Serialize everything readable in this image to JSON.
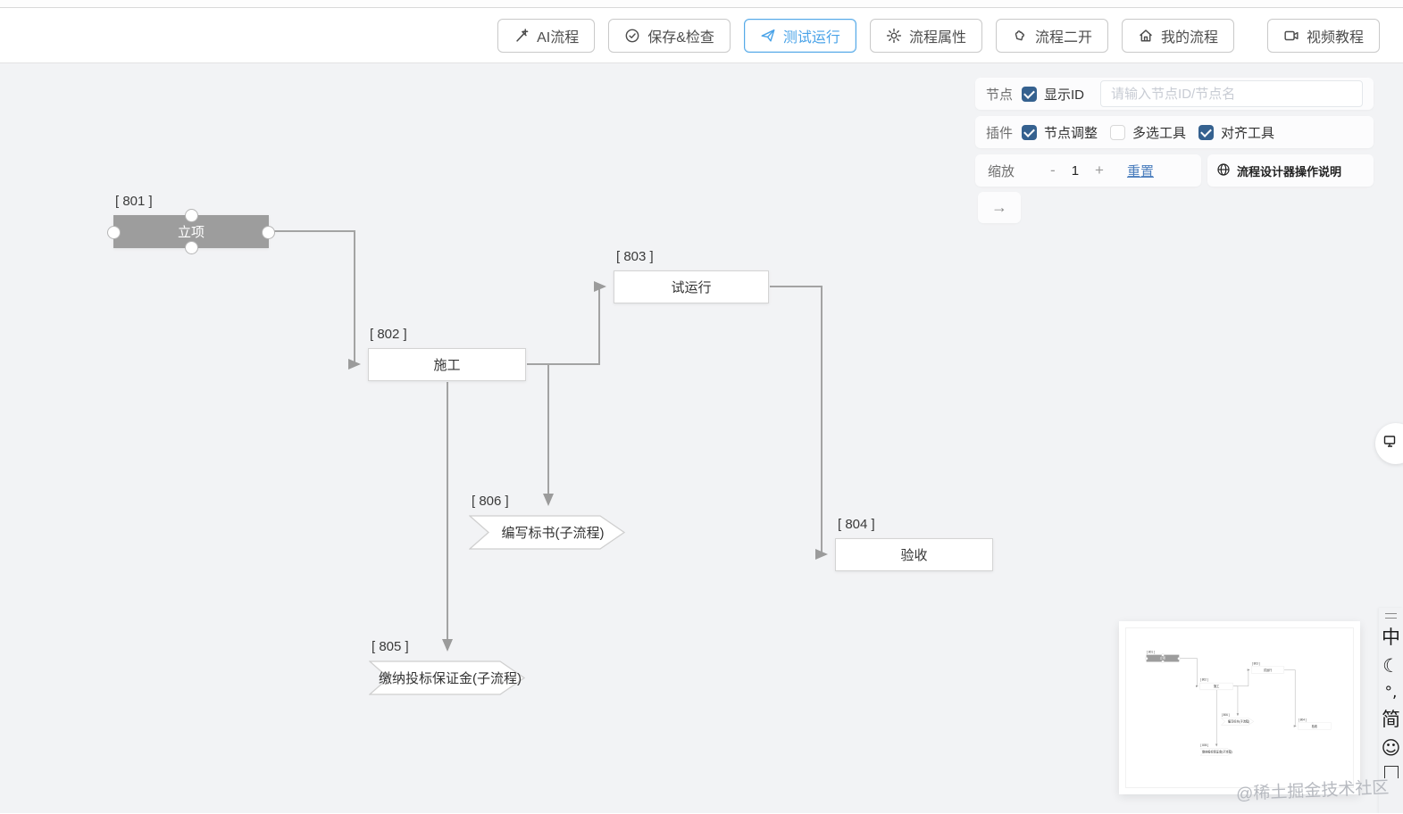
{
  "toolbar": {
    "buttons": [
      {
        "label": "AI流程",
        "icon": "wand-icon",
        "active": false
      },
      {
        "label": "保存&检查",
        "icon": "check-circle-icon",
        "active": false
      },
      {
        "label": "测试运行",
        "icon": "paper-plane-icon",
        "active": true
      },
      {
        "label": "流程属性",
        "icon": "gear-icon",
        "active": false
      },
      {
        "label": "流程二开",
        "icon": "puzzle-icon",
        "active": false
      },
      {
        "label": "我的流程",
        "icon": "home-icon",
        "active": false
      },
      {
        "label": "视频教程",
        "icon": "video-icon",
        "active": false
      }
    ]
  },
  "panel": {
    "node_row": {
      "label": "节点",
      "show_id_label": "显示ID",
      "show_id_checked": true,
      "search_placeholder": "请输入节点ID/节点名",
      "search_value": ""
    },
    "plugin_row": {
      "label": "插件",
      "options": [
        {
          "label": "节点调整",
          "checked": true
        },
        {
          "label": "多选工具",
          "checked": false
        },
        {
          "label": "对齐工具",
          "checked": true
        }
      ]
    },
    "zoom_row": {
      "label": "缩放",
      "minus": "-",
      "value": "1",
      "plus": "+",
      "reset_label": "重置"
    },
    "help_label": "流程设计器操作说明",
    "collapse_arrow": "→"
  },
  "flow": {
    "nodes": [
      {
        "id": "801",
        "id_label": "[ 801 ]",
        "name": "立项",
        "type": "rect",
        "selected": true
      },
      {
        "id": "802",
        "id_label": "[ 802 ]",
        "name": "施工",
        "type": "rect",
        "selected": false
      },
      {
        "id": "803",
        "id_label": "[ 803 ]",
        "name": "试运行",
        "type": "rect",
        "selected": false
      },
      {
        "id": "804",
        "id_label": "[ 804 ]",
        "name": "验收",
        "type": "rect",
        "selected": false
      },
      {
        "id": "805",
        "id_label": "[ 805 ]",
        "name": "缴纳投标保证金(子流程)",
        "type": "pennant",
        "selected": false
      },
      {
        "id": "806",
        "id_label": "[ 806 ]",
        "name": "编写标书(子流程)",
        "type": "pennant",
        "selected": false
      }
    ],
    "edges": [
      {
        "from": "801",
        "to": "802"
      },
      {
        "from": "802",
        "to": "803"
      },
      {
        "from": "802",
        "to": "806"
      },
      {
        "from": "802",
        "to": "805"
      },
      {
        "from": "803",
        "to": "804"
      }
    ]
  },
  "ime_bar": {
    "items": [
      "中",
      "☾",
      "°,",
      "简",
      "☺"
    ]
  },
  "watermark": "@稀土掘金技术社区",
  "colors": {
    "accent_blue": "#4aa3e8",
    "checkbox_blue": "#35618f",
    "canvas_bg": "#f2f3f5",
    "selected_node_gray": "#9d9d9d",
    "edge_gray": "#a3a3a3",
    "link_blue": "#4a7dbd"
  }
}
